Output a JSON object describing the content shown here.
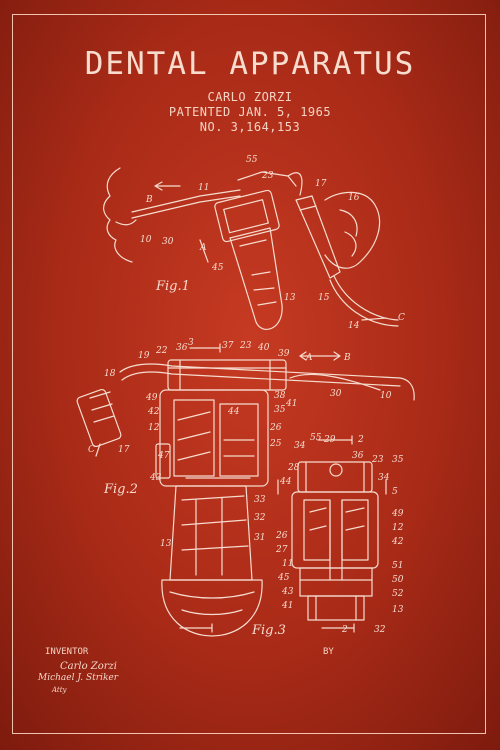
{
  "poster": {
    "title": "DENTAL APPARATUS",
    "inventor_name": "CARLO ZORZI",
    "patent_date": "PATENTED JAN. 5, 1965",
    "patent_number": "NO. 3,164,153",
    "inventor_label": "INVENTOR",
    "by_label": "BY",
    "signatures": [
      "Carlo Zorzi",
      "Michael J. Striker",
      "Atty"
    ]
  },
  "figures": {
    "fig1_label": "Fig.1",
    "fig2_label": "Fig.2",
    "fig3_label": "Fig.3",
    "fig1_refs": [
      "55",
      "23",
      "11",
      "17",
      "16",
      "10",
      "30",
      "A",
      "45",
      "13",
      "15",
      "14",
      "C",
      "B"
    ],
    "fig2_refs": [
      "19",
      "22",
      "36",
      "37",
      "23",
      "40",
      "39",
      "18",
      "49",
      "42",
      "12",
      "47",
      "43",
      "44",
      "38",
      "35",
      "41",
      "30",
      "10",
      "26",
      "25",
      "13",
      "33",
      "32",
      "31",
      "A",
      "B",
      "C",
      "17",
      "3"
    ],
    "fig3_refs": [
      "34",
      "55",
      "29",
      "2",
      "28",
      "36",
      "23",
      "35",
      "44",
      "34",
      "5",
      "26",
      "27",
      "11",
      "49",
      "12",
      "42",
      "45",
      "43",
      "41",
      "51",
      "50",
      "52",
      "13",
      "32",
      "2"
    ]
  },
  "colors": {
    "background": "#b3301a",
    "line": "#f6dccf"
  }
}
